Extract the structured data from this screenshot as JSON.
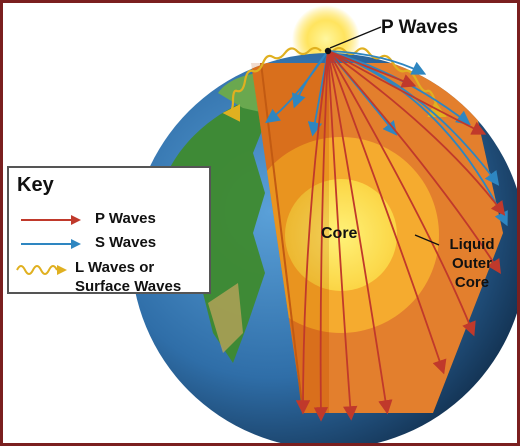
{
  "labels": {
    "p_waves": "P Waves",
    "core": "Core",
    "liquid_outer_core": "Liquid\nOuter\nCore"
  },
  "key": {
    "title": "Key",
    "items": [
      {
        "label": "P Waves",
        "icon": "red-arrow-icon",
        "color": "#c0392b"
      },
      {
        "label": "S Waves",
        "icon": "blue-arrow-icon",
        "color": "#2e86c1"
      },
      {
        "label": "L Waves or Surface Waves",
        "icon": "yellow-wavy-arrow-icon",
        "color": "#e0b020"
      }
    ]
  },
  "colors": {
    "frame": "#7a1f1f",
    "p_wave": "#c0392b",
    "s_wave": "#2e86c1",
    "l_wave": "#e0b020",
    "mantle": "#e67e22",
    "outer_core": "#f5a623",
    "inner_core": "#fde34a"
  }
}
